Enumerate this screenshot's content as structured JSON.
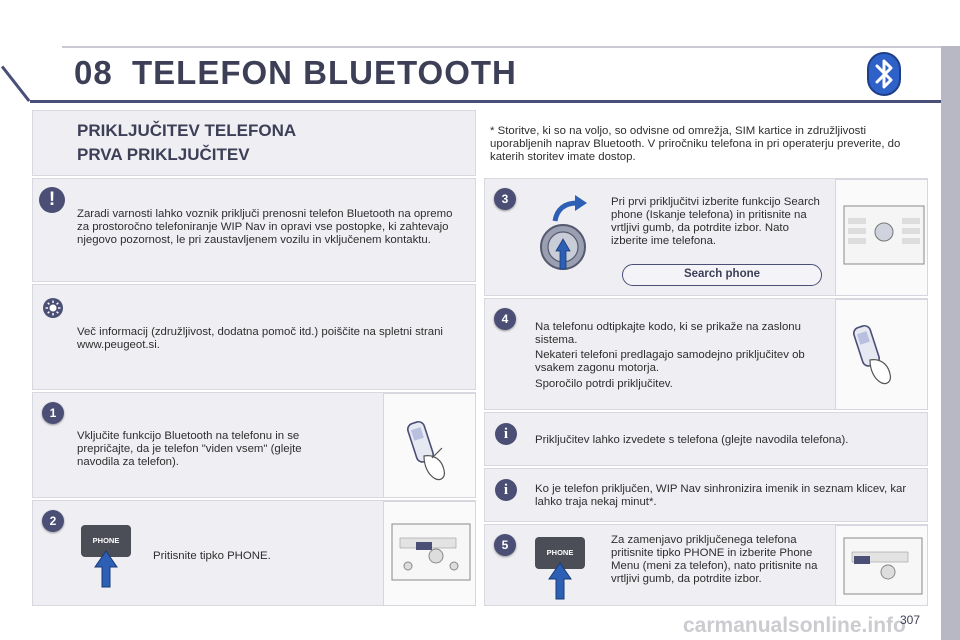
{
  "header": {
    "chapter": "08",
    "title": "TELEFON BLUETOOTH"
  },
  "section": {
    "title_line1": "PRIKLJUČITEV TELEFONA",
    "title_line2": "PRVA PRIKLJUČITEV"
  },
  "footnote": "* Storitve, ki so na voljo, so odvisne od omrežja, SIM kartice in združljivosti uporabljenih naprav Bluetooth. V priročniku telefona in pri operaterju preverite, do katerih storitev imate dostop.",
  "warning_text": "Zaradi varnosti lahko voznik priključi prenosni telefon Bluetooth na opremo za prostoročno telefoniranje WIP Nav in opravi vse postopke, ki zahtevajo njegovo pozornost, le pri zaustavljenem vozilu in vključenem kontaktu.",
  "tip_text": "Več informacij (združljivost, dodatna pomoč itd.) poiščite na spletni strani www.peugeot.si.",
  "steps": [
    {
      "num": "1",
      "text": "Vključite funkcijo Bluetooth na telefonu in se prepričajte, da je telefon \"viden vsem\" (glejte navodila za telefon)."
    },
    {
      "num": "2",
      "text": "Pritisnite tipko PHONE."
    },
    {
      "num": "3",
      "text": "Pri prvi priključitvi izberite funkcijo Search phone (Iskanje telefona) in pritisnite na vrtljivi gumb, da potrdite izbor. Nato izberite ime telefona.",
      "button": "Search phone"
    },
    {
      "num": "4",
      "text1": "Na telefonu odtipkajte kodo, ki se prikaže na zaslonu sistema.",
      "text2": "Nekateri telefoni predlagajo samodejno priključitev ob vsakem zagonu motorja.",
      "text3": "Sporočilo potrdi priključitev."
    },
    {
      "num": "5",
      "text": "Za zamenjavo priključenega telefona pritisnite tipko PHONE in izberite Phone Menu (meni za telefon), nato pritisnite na vrtljivi gumb, da potrdite izbor."
    }
  ],
  "info1": "Priključitev lahko izvedete s telefona (glejte navodila telefona).",
  "info2": "Ko je telefon priključen, WIP Nav sinhronizira imenik in seznam klicev, kar lahko traja nekaj minut*.",
  "phone_key_label": "PHONE",
  "page_number": "307",
  "watermark": "carmanualsonline.info",
  "colors": {
    "accent": "#4b4f76",
    "title": "#3d3f57",
    "bluetooth": "#2f62c9"
  }
}
